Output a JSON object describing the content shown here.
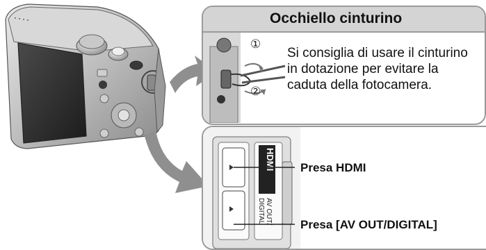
{
  "strap_panel": {
    "title": "Occhiello cinturino",
    "marker_1": "①",
    "marker_2": "②",
    "description": "Si consiglia di usare il cinturino in dotazione per evitare la caduta della fotocamera."
  },
  "ports_panel": {
    "hdmi_label": "Presa HDMI",
    "av_label": "Presa [AV OUT/DIGITAL]",
    "hdmi_marking": "HDMI",
    "av_marking_line1": "AV OUT/",
    "av_marking_line2": "DIGITAL"
  },
  "colors": {
    "header_bg": "#d4d4d4",
    "panel_border": "#9a9a9a",
    "arrow_gray": "#8f8f8f"
  }
}
